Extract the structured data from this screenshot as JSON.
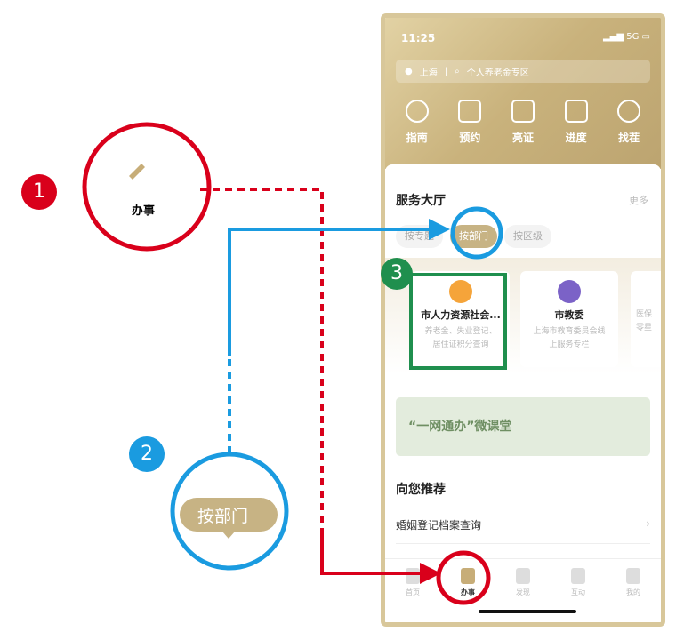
{
  "status": {
    "time": "11:25",
    "network": "5G"
  },
  "search": {
    "city": "上海",
    "placeholder": "个人养老金专区"
  },
  "quick": [
    "指南",
    "预约",
    "亮证",
    "进度",
    "找茬"
  ],
  "hall": {
    "title": "服务大厅",
    "more": "更多",
    "tabs": [
      "按专题",
      "按部门",
      "按区级"
    ]
  },
  "cards": [
    {
      "title": "市人力资源社会...",
      "desc1": "养老金、失业登记、",
      "desc2": "居住证积分查询"
    },
    {
      "title": "市教委",
      "desc1": "上海市教育委员会线",
      "desc2": "上服务专栏"
    },
    {
      "title": "",
      "desc1": "医保",
      "desc2": "零星"
    }
  ],
  "banner": "“一网通办”微课堂",
  "recommend": {
    "title": "向您推荐",
    "item": "婚姻登记档案查询"
  },
  "nav": [
    "首页",
    "办事",
    "发现",
    "互动",
    "我的"
  ],
  "annotations": {
    "step1": "1",
    "step2": "2",
    "step3": "3",
    "zoom1": "办事",
    "zoom2": "按部门"
  },
  "colors": {
    "red": "#d9001b",
    "blue": "#1a9be0",
    "green": "#1f8f4e",
    "gold": "#c7b384"
  }
}
